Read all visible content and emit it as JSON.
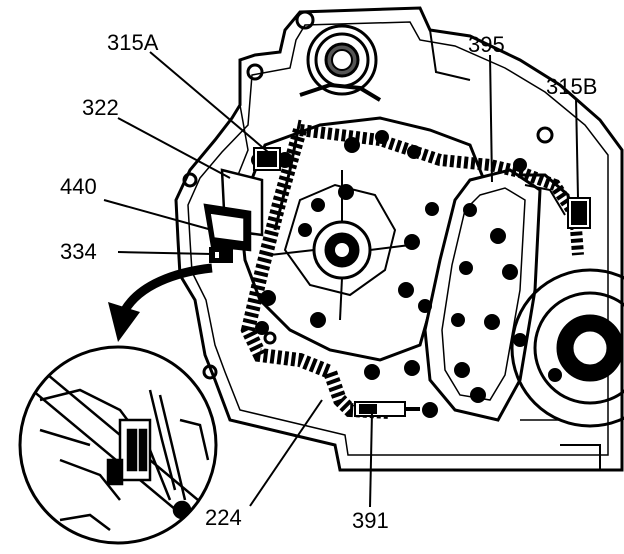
{
  "callouts": {
    "c315a": "315A",
    "c395": "395",
    "c315b": "315B",
    "c322": "322",
    "c440": "440",
    "c334": "334",
    "c224": "224",
    "c391": "391"
  },
  "colors": {
    "ink": "#000000",
    "paper": "#ffffff",
    "shade": "#222222"
  }
}
